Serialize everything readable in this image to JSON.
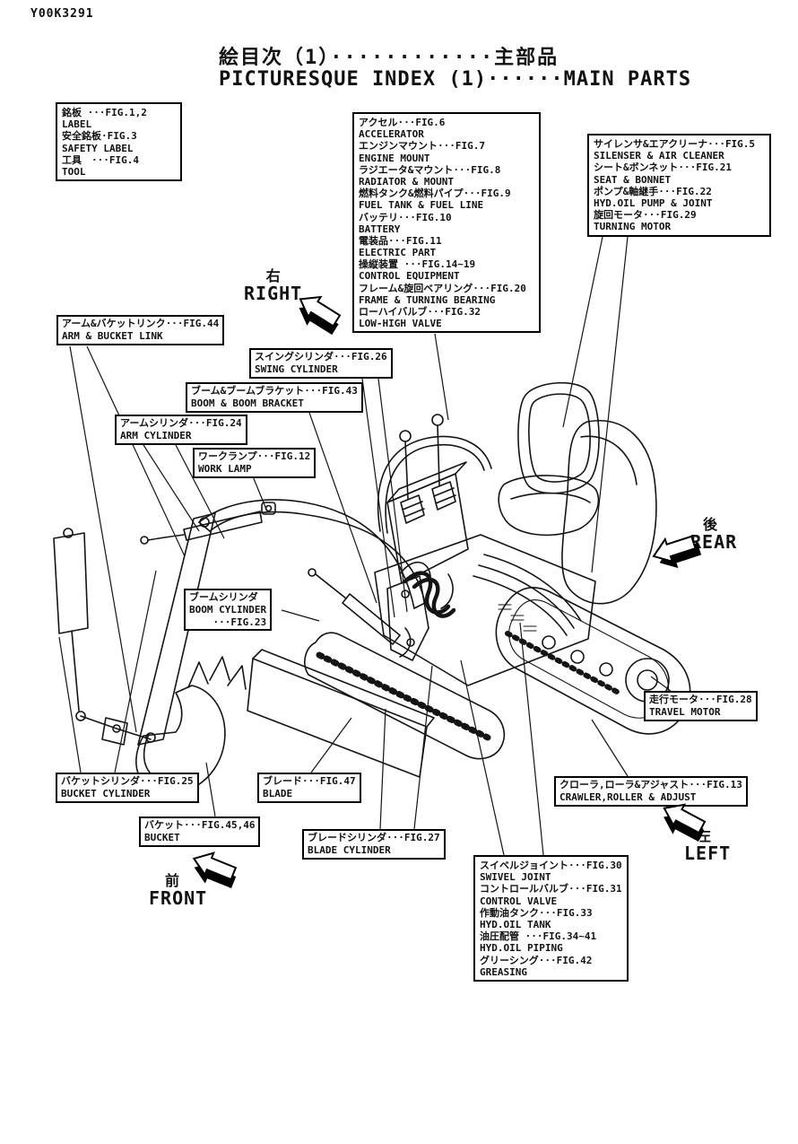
{
  "page": {
    "doc_code": "Y00K3291",
    "title_jp": "絵目次（1）············主部品",
    "title_en": "PICTURESQUE INDEX (1)······MAIN PARTS"
  },
  "boxes": {
    "label_tool": {
      "items": [
        {
          "jp": "銘板 ···FIG.1,2",
          "en": "LABEL"
        },
        {
          "jp": "安全銘板·FIG.3",
          "en": "SAFETY LABEL"
        },
        {
          "jp": "工具　···FIG.4",
          "en": "TOOL"
        }
      ]
    },
    "center": {
      "items": [
        {
          "jp": "アクセル···FIG.6",
          "en": "ACCELERATOR"
        },
        {
          "jp": "エンジンマウント···FIG.7",
          "en": "ENGINE MOUNT"
        },
        {
          "jp": "ラジエータ&マウント···FIG.8",
          "en": "RADIATOR & MOUNT"
        },
        {
          "jp": "燃料タンク&燃料パイプ···FIG.9",
          "en": "FUEL TANK & FUEL LINE"
        },
        {
          "jp": "バッテリ···FIG.10",
          "en": "BATTERY"
        },
        {
          "jp": "電装品···FIG.11",
          "en": "ELECTRIC PART"
        },
        {
          "jp": "操縦装置 ···FIG.14~19",
          "en": "CONTROL EQUIPMENT"
        },
        {
          "jp": "フレーム&旋回ベアリング···FIG.20",
          "en": "FRAME & TURNING BEARING"
        },
        {
          "jp": "ローハイバルブ···FIG.32",
          "en": "LOW-HIGH VALVE"
        }
      ]
    },
    "right": {
      "items": [
        {
          "jp": "サイレンサ&エアクリーナ···FIG.5",
          "en": "SILENSER & AIR CLEANER"
        },
        {
          "jp": "シート&ボンネット···FIG.21",
          "en": "SEAT & BONNET"
        },
        {
          "jp": "ポンプ&軸継手···FIG.22",
          "en": "HYD.OIL PUMP & JOINT"
        },
        {
          "jp": "旋回モータ···FIG.29",
          "en": "TURNING MOTOR"
        }
      ]
    },
    "bottom": {
      "items": [
        {
          "jp": "スイベルジョイント···FIG.30",
          "en": "SWIVEL JOINT"
        },
        {
          "jp": "コントロールバルブ···FIG.31",
          "en": "CONTROL VALVE"
        },
        {
          "jp": "作動油タンク···FIG.33",
          "en": "HYD.OIL TANK"
        },
        {
          "jp": "油圧配管 ···FIG.34~41",
          "en": "HYD.OIL PIPING"
        },
        {
          "jp": "グリーシング···FIG.42",
          "en": "GREASING"
        }
      ]
    }
  },
  "callouts": {
    "arm_bucket_link": {
      "jp": "アーム&バケットリンク···FIG.44",
      "en": "ARM & BUCKET LINK"
    },
    "swing_cylinder": {
      "jp": "スイングシリンダ···FIG.26",
      "en": "SWING CYLINDER"
    },
    "boom_bracket": {
      "jp": "ブーム&ブームブラケット···FIG.43",
      "en": "BOOM & BOOM BRACKET"
    },
    "arm_cylinder": {
      "jp": "アームシリンダ···FIG.24",
      "en": "ARM CYLINDER"
    },
    "work_lamp": {
      "jp": "ワークランプ···FIG.12",
      "en": "WORK LAMP"
    },
    "boom_cylinder": {
      "jp": "ブームシリンダ",
      "en": "BOOM CYLINDER",
      "fig": "···FIG.23"
    },
    "bucket_cylinder": {
      "jp": "バケットシリンダ···FIG.25",
      "en": "BUCKET CYLINDER"
    },
    "bucket": {
      "jp": "バケット···FIG.45,46",
      "en": "BUCKET"
    },
    "blade": {
      "jp": "ブレード···FIG.47",
      "en": "BLADE"
    },
    "blade_cylinder": {
      "jp": "ブレードシリンダ···FIG.27",
      "en": "BLADE CYLINDER"
    },
    "travel_motor": {
      "jp": "走行モータ···FIG.28",
      "en": "TRAVEL MOTOR"
    },
    "crawler": {
      "jp": "クローラ,ローラ&アジャスト···FIG.13",
      "en": "CRAWLER,ROLLER & ADJUST"
    }
  },
  "directions": {
    "right": {
      "jp": "右",
      "en": "RIGHT"
    },
    "rear": {
      "jp": "後",
      "en": "REAR"
    },
    "left": {
      "jp": "左",
      "en": "LEFT"
    },
    "front": {
      "jp": "前",
      "en": "FRONT"
    }
  },
  "colors": {
    "ink": "#141414",
    "paper": "#ffffff"
  }
}
